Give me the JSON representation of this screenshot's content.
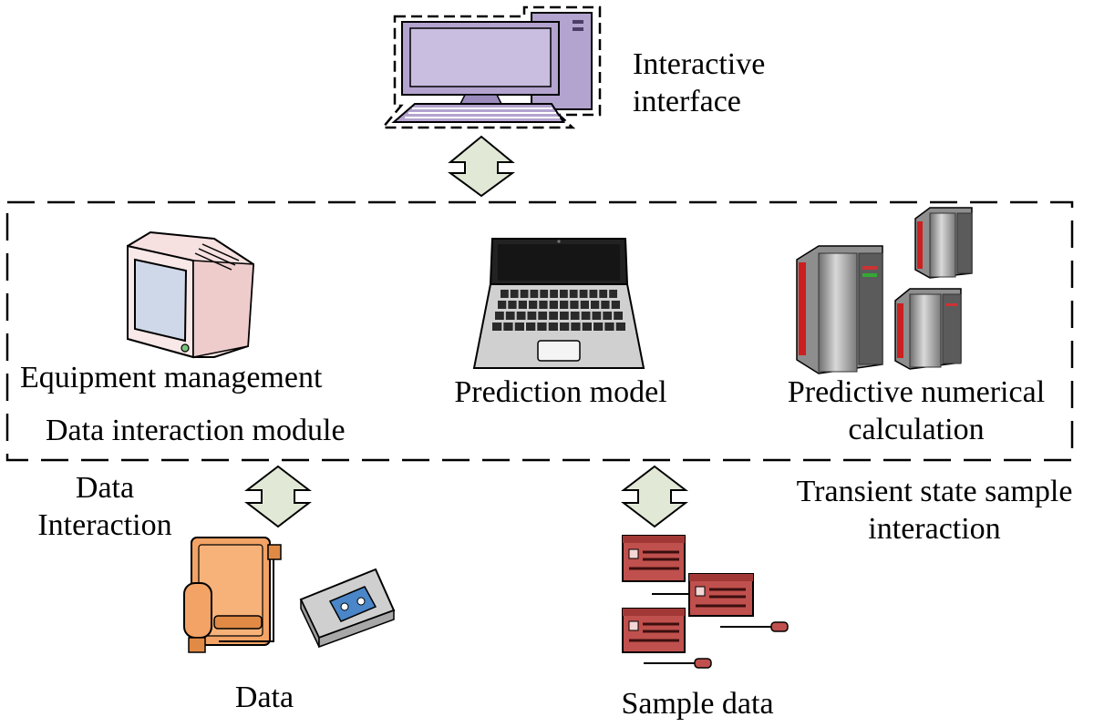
{
  "labels": {
    "interactive_interface": [
      "Interactive",
      "interface"
    ],
    "equipment_management": "Equipment management",
    "data_interaction_module": "Data interaction module",
    "prediction_model": "Prediction model",
    "predictive_numerical_calculation": [
      "Predictive numerical",
      "calculation"
    ],
    "data_interaction": [
      "Data",
      "Interaction"
    ],
    "transient_state_sample_interaction": [
      "Transient state sample",
      "interaction"
    ],
    "data": "Data",
    "sample_data": "Sample data"
  },
  "icons": {
    "interface_computer": "desktop-computer-icon",
    "equipment_monitor": "crt-monitor-icon",
    "prediction_laptop": "laptop-icon",
    "calculation_servers": "server-tower-icon",
    "data_storage": "hard-drive-and-tape-icon",
    "sample_windows": "data-windows-icon",
    "connector_arrow": "double-arrow-icon"
  },
  "colors": {
    "computer_purple": "#b3a3cf",
    "monitor_pink": "#f6e0e0",
    "screen_dark": "#1e1e1e",
    "server_grey": "#8e8e8e",
    "server_red": "#cc1f1f",
    "drive_orange": "#f2a365",
    "window_red": "#c0504d",
    "arrow_fill": "#e1e9d6",
    "line": "#000000"
  }
}
